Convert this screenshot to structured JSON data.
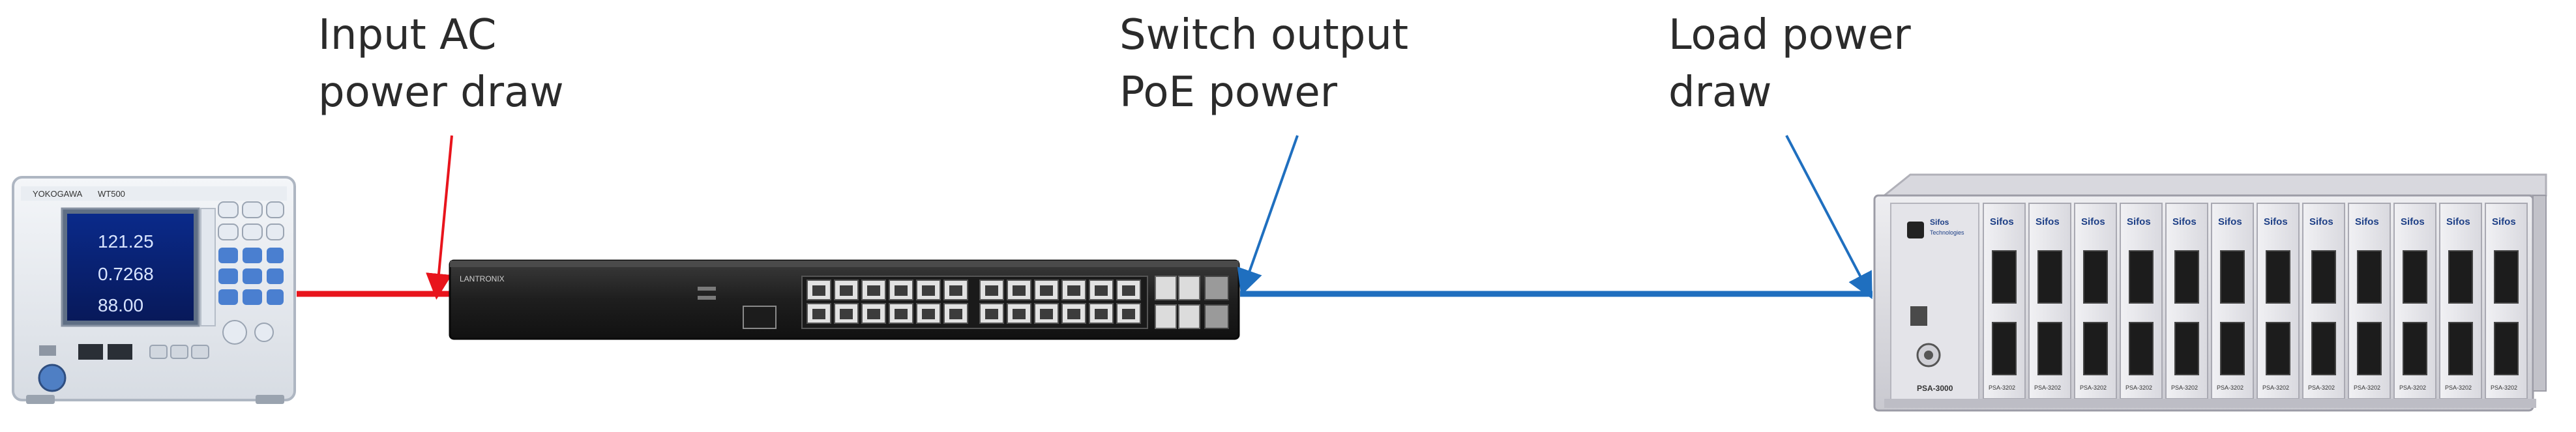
{
  "labels": {
    "input_line1": "Input AC",
    "input_line2": "power draw",
    "switch_line1": "Switch output",
    "switch_line2": "PoE power",
    "load_line1": "Load power",
    "load_line2": "draw"
  },
  "devices": {
    "meter_brand": "YOKOGAWA",
    "meter_model": "WT500",
    "meter_readings": [
      "121.25",
      "0.7268",
      "88.00"
    ],
    "switch_brand": "LANTRONIX",
    "load_brand": "Sifos",
    "load_brand_sub": "Technologies",
    "load_card_label": "Sifos",
    "load_model": "PSA-3000",
    "load_card_model": "PSA-3202"
  },
  "colors": {
    "ac_line": "#e8141c",
    "poe_line": "#1f6fbf",
    "label_text": "#2b2b2b"
  }
}
